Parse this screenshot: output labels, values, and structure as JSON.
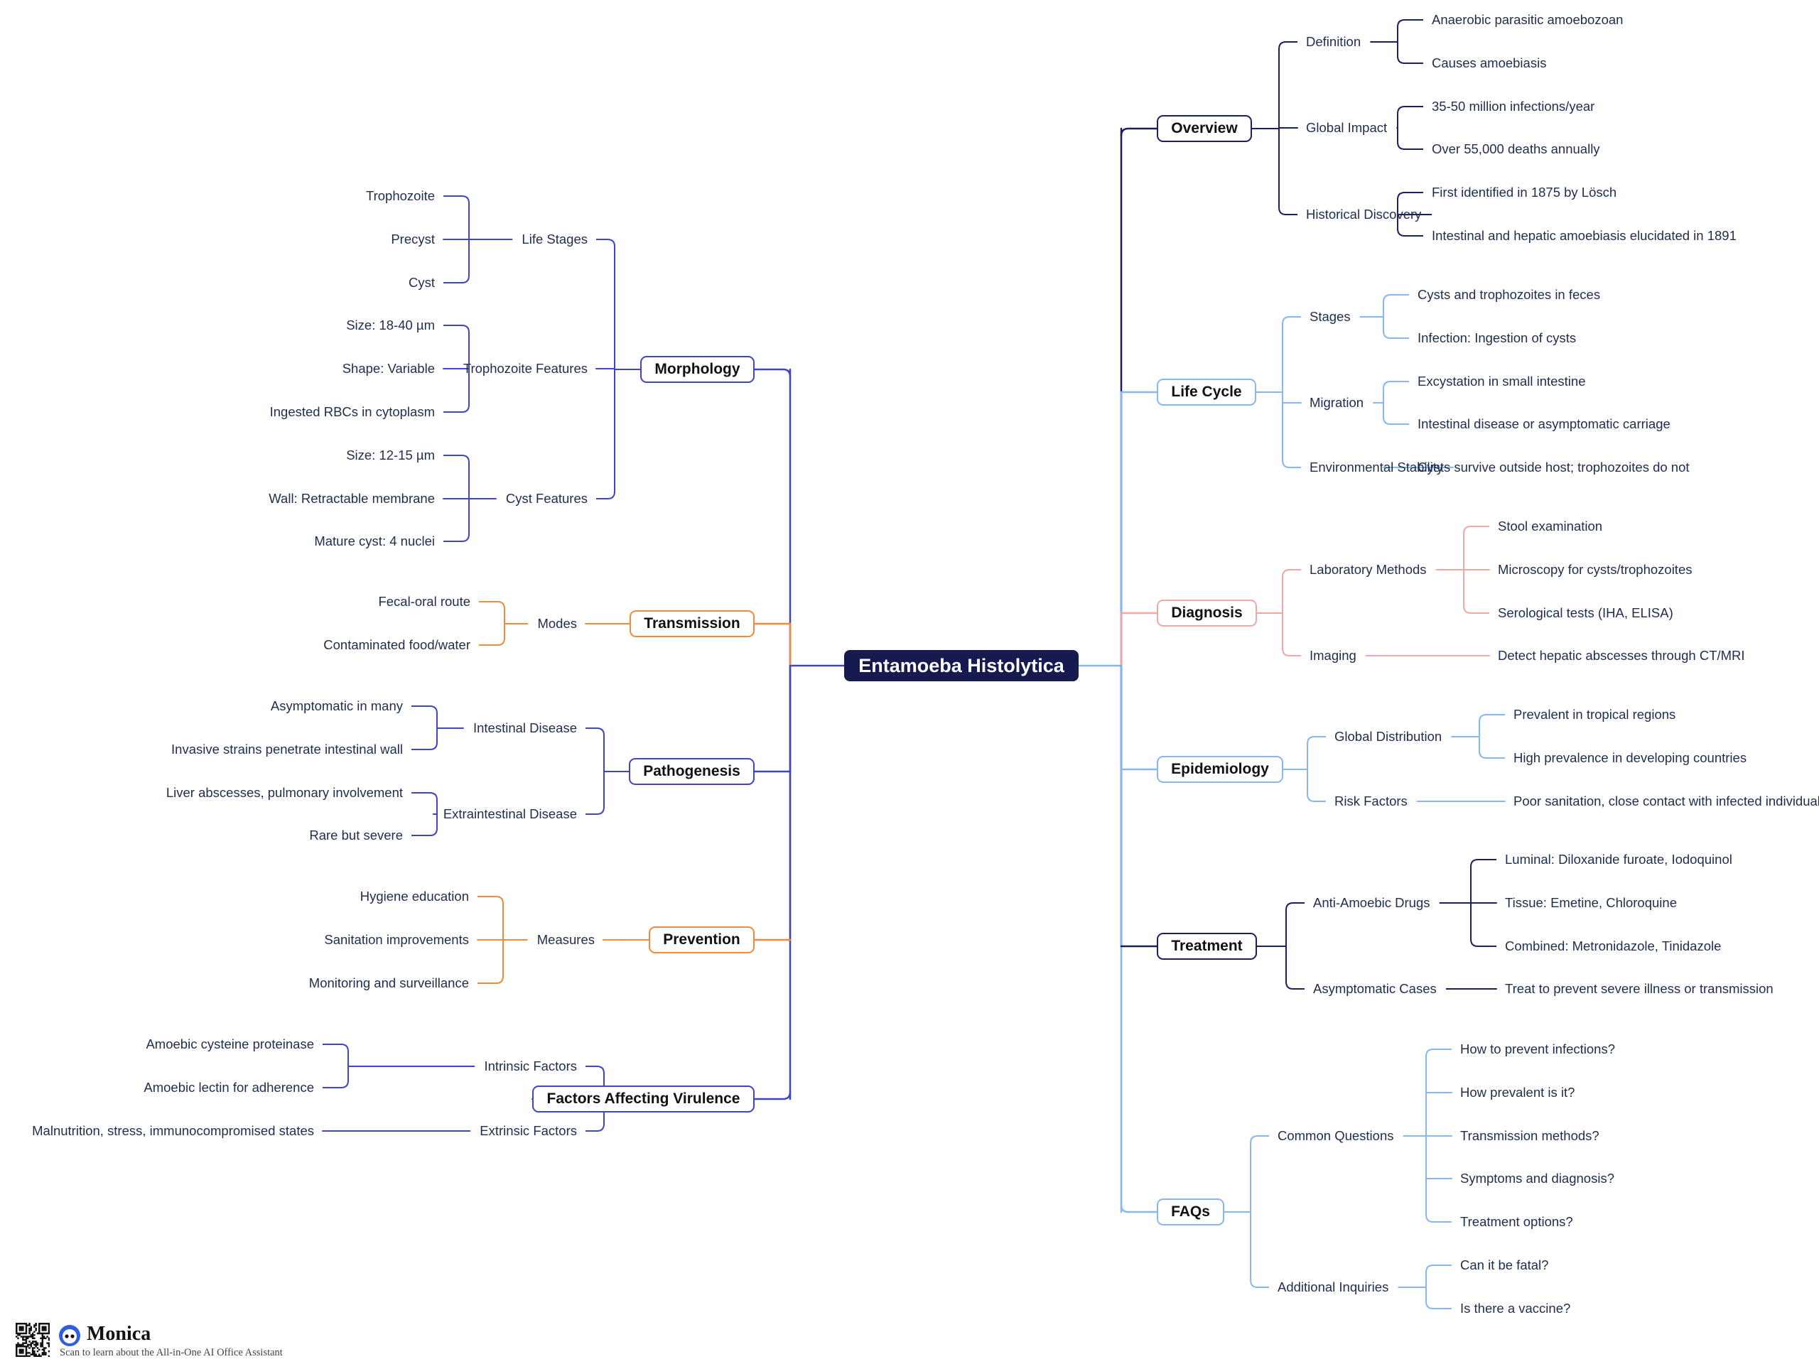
{
  "root": "Entamoeba Histolytica",
  "colors": {
    "root_fill": "#161a4f",
    "navy": "#1b1f5e",
    "light_blue": "#8ab6f0",
    "pink": "#f2a7a7",
    "orange": "#f08a3c",
    "indigo": "#3f45c2"
  },
  "branches": [
    {
      "label": "Overview",
      "side": "right",
      "color": "navy",
      "children": [
        {
          "label": "Definition",
          "children": [
            {
              "label": "Anaerobic parasitic amoebozoan"
            },
            {
              "label": "Causes amoebiasis"
            }
          ]
        },
        {
          "label": "Global Impact",
          "children": [
            {
              "label": "35-50 million infections/year"
            },
            {
              "label": "Over 55,000 deaths annually"
            }
          ]
        },
        {
          "label": "Historical Discovery",
          "children": [
            {
              "label": "First identified in 1875 by Lösch"
            },
            {
              "label": "Intestinal and hepatic amoebiasis elucidated in 1891"
            }
          ]
        }
      ]
    },
    {
      "label": "Life Cycle",
      "side": "right",
      "color": "light_blue",
      "children": [
        {
          "label": "Stages",
          "children": [
            {
              "label": "Cysts and trophozoites in feces"
            },
            {
              "label": "Infection: Ingestion of cysts"
            }
          ]
        },
        {
          "label": "Migration",
          "children": [
            {
              "label": "Excystation in small intestine"
            },
            {
              "label": "Intestinal disease or asymptomatic carriage"
            }
          ]
        },
        {
          "label": "Environmental Stability",
          "children": [
            {
              "label": "Cysts survive outside host; trophozoites do not"
            }
          ]
        }
      ]
    },
    {
      "label": "Diagnosis",
      "side": "right",
      "color": "pink",
      "children": [
        {
          "label": "Laboratory Methods",
          "children": [
            {
              "label": "Stool examination"
            },
            {
              "label": "Microscopy for cysts/trophozoites"
            },
            {
              "label": "Serological tests (IHA, ELISA)"
            }
          ]
        },
        {
          "label": "Imaging",
          "children": [
            {
              "label": "Detect hepatic abscesses through CT/MRI"
            }
          ]
        }
      ]
    },
    {
      "label": "Epidemiology",
      "side": "right",
      "color": "light_blue",
      "children": [
        {
          "label": "Global Distribution",
          "children": [
            {
              "label": "Prevalent in tropical regions"
            },
            {
              "label": "High prevalence in developing countries"
            }
          ]
        },
        {
          "label": "Risk Factors",
          "children": [
            {
              "label": "Poor sanitation, close contact with infected individuals"
            }
          ]
        }
      ]
    },
    {
      "label": "Treatment",
      "side": "right",
      "color": "navy",
      "children": [
        {
          "label": "Anti-Amoebic Drugs",
          "children": [
            {
              "label": "Luminal: Diloxanide furoate, Iodoquinol"
            },
            {
              "label": "Tissue: Emetine, Chloroquine"
            },
            {
              "label": "Combined: Metronidazole, Tinidazole"
            }
          ]
        },
        {
          "label": "Asymptomatic Cases",
          "children": [
            {
              "label": "Treat to prevent severe illness or transmission"
            }
          ]
        }
      ]
    },
    {
      "label": "FAQs",
      "side": "right",
      "color": "light_blue",
      "children": [
        {
          "label": "Common Questions",
          "children": [
            {
              "label": "How to prevent infections?"
            },
            {
              "label": "How prevalent is it?"
            },
            {
              "label": "Transmission methods?"
            },
            {
              "label": "Symptoms and diagnosis?"
            },
            {
              "label": "Treatment options?"
            }
          ]
        },
        {
          "label": "Additional Inquiries",
          "children": [
            {
              "label": "Can it be fatal?"
            },
            {
              "label": "Is there a vaccine?"
            }
          ]
        }
      ]
    },
    {
      "label": "Morphology",
      "side": "left",
      "color": "indigo",
      "children": [
        {
          "label": "Life Stages",
          "children": [
            {
              "label": "Trophozoite"
            },
            {
              "label": "Precyst"
            },
            {
              "label": "Cyst"
            }
          ]
        },
        {
          "label": "Trophozoite Features",
          "children": [
            {
              "label": "Size: 18-40 µm"
            },
            {
              "label": "Shape: Variable"
            },
            {
              "label": "Ingested RBCs in cytoplasm"
            }
          ]
        },
        {
          "label": "Cyst Features",
          "children": [
            {
              "label": "Size: 12-15 µm"
            },
            {
              "label": "Wall: Retractable membrane"
            },
            {
              "label": "Mature cyst: 4 nuclei"
            }
          ]
        }
      ]
    },
    {
      "label": "Transmission",
      "side": "left",
      "color": "orange",
      "children": [
        {
          "label": "Modes",
          "children": [
            {
              "label": "Fecal-oral route"
            },
            {
              "label": "Contaminated food/water"
            }
          ]
        }
      ]
    },
    {
      "label": "Pathogenesis",
      "side": "left",
      "color": "indigo",
      "children": [
        {
          "label": "Intestinal Disease",
          "children": [
            {
              "label": "Asymptomatic in many"
            },
            {
              "label": "Invasive strains penetrate intestinal wall"
            }
          ]
        },
        {
          "label": "Extraintestinal Disease",
          "children": [
            {
              "label": "Liver abscesses, pulmonary involvement"
            },
            {
              "label": "Rare but severe"
            }
          ]
        }
      ]
    },
    {
      "label": "Prevention",
      "side": "left",
      "color": "orange",
      "children": [
        {
          "label": "Measures",
          "children": [
            {
              "label": "Hygiene education"
            },
            {
              "label": "Sanitation improvements"
            },
            {
              "label": "Monitoring and surveillance"
            }
          ]
        }
      ]
    },
    {
      "label": "Factors Affecting Virulence",
      "side": "left",
      "color": "indigo",
      "children": [
        {
          "label": "Intrinsic Factors",
          "children": [
            {
              "label": "Amoebic cysteine proteinase"
            },
            {
              "label": "Amoebic lectin for adherence"
            }
          ]
        },
        {
          "label": "Extrinsic Factors",
          "children": [
            {
              "label": "Malnutrition, stress, immunocompromised states"
            }
          ]
        }
      ]
    }
  ],
  "footer": {
    "brand": "Monica",
    "tagline": "Scan to learn about the All-in-One AI Office Assistant"
  }
}
